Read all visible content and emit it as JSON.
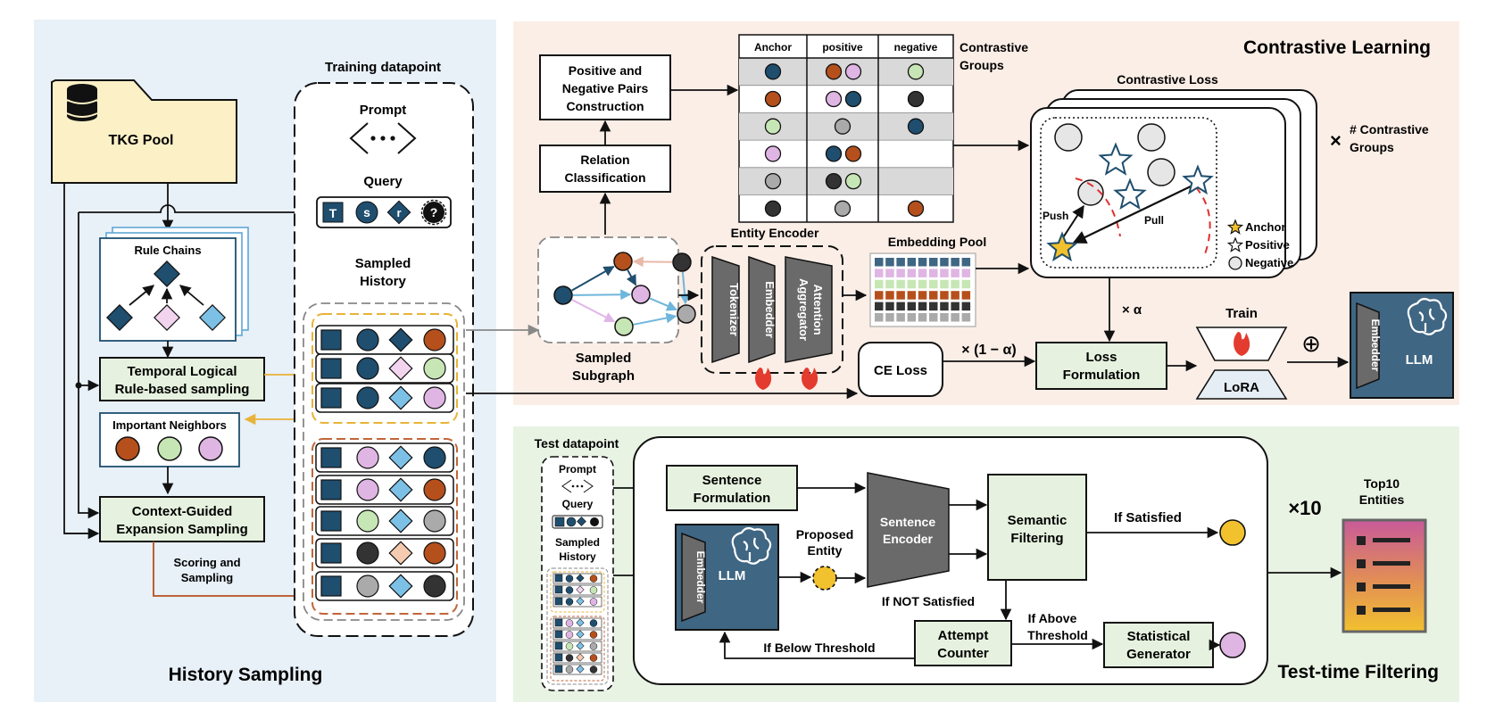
{
  "panels": {
    "history_title": "History Sampling",
    "contrastive_title": "Contrastive Learning",
    "testtime_title": "Test-time Filtering"
  },
  "history": {
    "tkg_pool": "TKG Pool",
    "rule_chains": "Rule Chains",
    "temporal_line1": "Temporal Logical",
    "temporal_line2": "Rule-based sampling",
    "important_neighbors": "Important Neighbors",
    "context_line1": "Context-Guided",
    "context_line2": "Expansion Sampling",
    "scoring_line1": "Scoring and",
    "scoring_line2": "Sampling"
  },
  "training": {
    "title": "Training datapoint",
    "prompt": "Prompt",
    "query": "Query",
    "query_tokens": [
      "T",
      "s",
      "r",
      "?"
    ],
    "sampled_line1": "Sampled",
    "sampled_line2": "History"
  },
  "contrastive": {
    "pairs_line1": "Positive and",
    "pairs_line2": "Negative Pairs",
    "pairs_line3": "Construction",
    "relation_line1": "Relation",
    "relation_line2": "Classification",
    "table_headers": [
      "Anchor",
      "positive",
      "negative"
    ],
    "groups_line1": "Contrastive",
    "groups_line2": "Groups",
    "loss_title": "Contrastive Loss",
    "times_groups_line1": "# Contrastive",
    "times_groups_line2": "Groups",
    "times_symbol": "×",
    "push": "Push",
    "pull": "Pull",
    "legend": [
      "Anchor",
      "Positive",
      "Negative"
    ],
    "sampled_subgraph_line1": "Sampled",
    "sampled_subgraph_line2": "Subgraph",
    "entity_encoder": "Entity Encoder",
    "tokenizer": "Tokenizer",
    "embedder": "Embedder",
    "aggregator_line1": "Attention",
    "aggregator_line2": "Aggregator",
    "embedding_pool": "Embedding Pool",
    "ce_loss": "CE Loss",
    "alpha": "× α",
    "one_minus_alpha": "× (1 − α)",
    "loss_line1": "Loss",
    "loss_line2": "Formulation",
    "train": "Train",
    "lora": "LoRA",
    "plus": "⊕",
    "llm_embedder": "Embedder",
    "llm": "LLM"
  },
  "testtime": {
    "test_datapoint": "Test datapoint",
    "prompt": "Prompt",
    "query": "Query",
    "sampled_line1": "Sampled",
    "sampled_line2": "History",
    "sentence_line1": "Sentence",
    "sentence_line2": "Formulation",
    "embedder": "Embedder",
    "llm": "LLM",
    "proposed_line1": "Proposed",
    "proposed_line2": "Entity",
    "encoder_line1": "Sentence",
    "encoder_line2": "Encoder",
    "semantic_line1": "Semantic",
    "semantic_line2": "Filtering",
    "if_satisfied": "If Satisfied",
    "if_not_satisfied": "If NOT Satisfied",
    "attempt_line1": "Attempt",
    "attempt_line2": "Counter",
    "if_above_line1": "If Above",
    "if_above_line2": "Threshold",
    "statistical_line1": "Statistical",
    "statistical_line2": "Generator",
    "if_below": "If Below Threshold",
    "times10": "×10",
    "top10_line1": "Top10",
    "top10_line2": "Entities"
  },
  "colors": {
    "navy": "#1f4e6e",
    "history_bg": "#e8f0f8",
    "contrastive_bg": "#fbeee6",
    "testtime_bg": "#e9f3e4",
    "tkg_fill": "#fbf0c6",
    "box_green": "#e6f2df",
    "orange": "#b5501c",
    "green": "#c7e6b5",
    "pink": "#dfb5e3",
    "gold": "#f2c12e",
    "yellow_dash": "#e8b339",
    "orange_dash": "#c0663a"
  }
}
